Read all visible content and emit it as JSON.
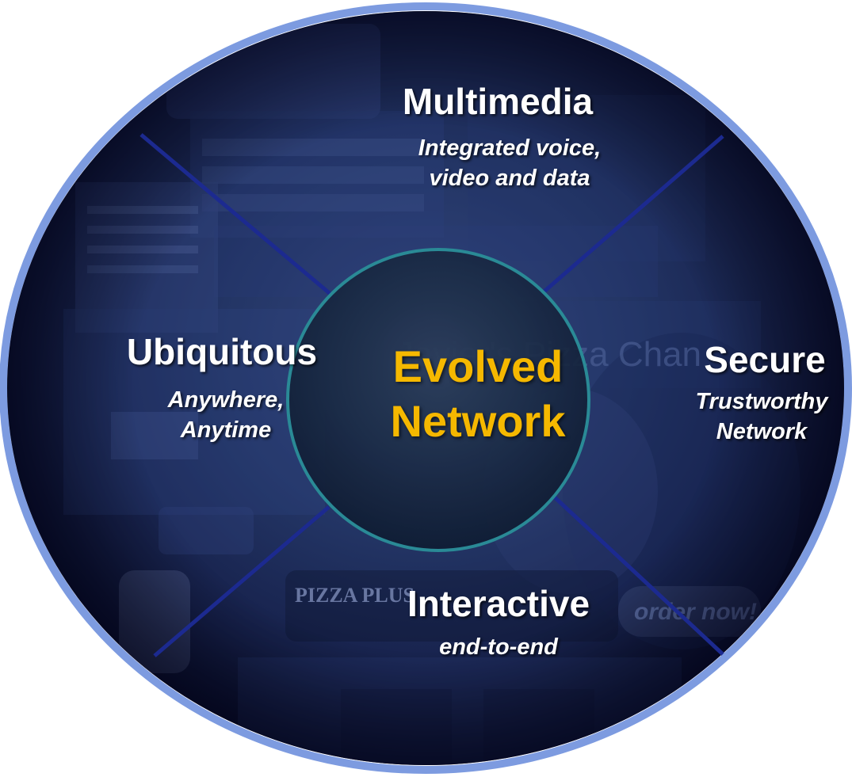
{
  "center": {
    "line1": "Evolved",
    "line2": "Network"
  },
  "segments": {
    "multimedia": {
      "title": "Multimedia",
      "line1": "Integrated voice,",
      "line2": "video and data"
    },
    "ubiquitous": {
      "title": "Ubiquitous",
      "line1": "Anywhere,",
      "line2": "Anytime"
    },
    "secure": {
      "title": "Secure",
      "line1": "Trustworthy",
      "line2": "Network"
    },
    "interactive": {
      "title": "Interactive",
      "line1": "end-to-end"
    }
  },
  "background_photo_text": {
    "sign_left": "PIZZA PLUS",
    "sign_right": "order now!",
    "screen_text": "Javier's Pizza Chan"
  },
  "colors": {
    "ring": "#6f8fd8",
    "disc_dark": "#0a1030",
    "disc_mid": "#2a3c7a",
    "divider": "#1a2a8a",
    "center_ring": "#2a8a96",
    "center_text": "#f5b800",
    "label_text": "#ffffff"
  }
}
